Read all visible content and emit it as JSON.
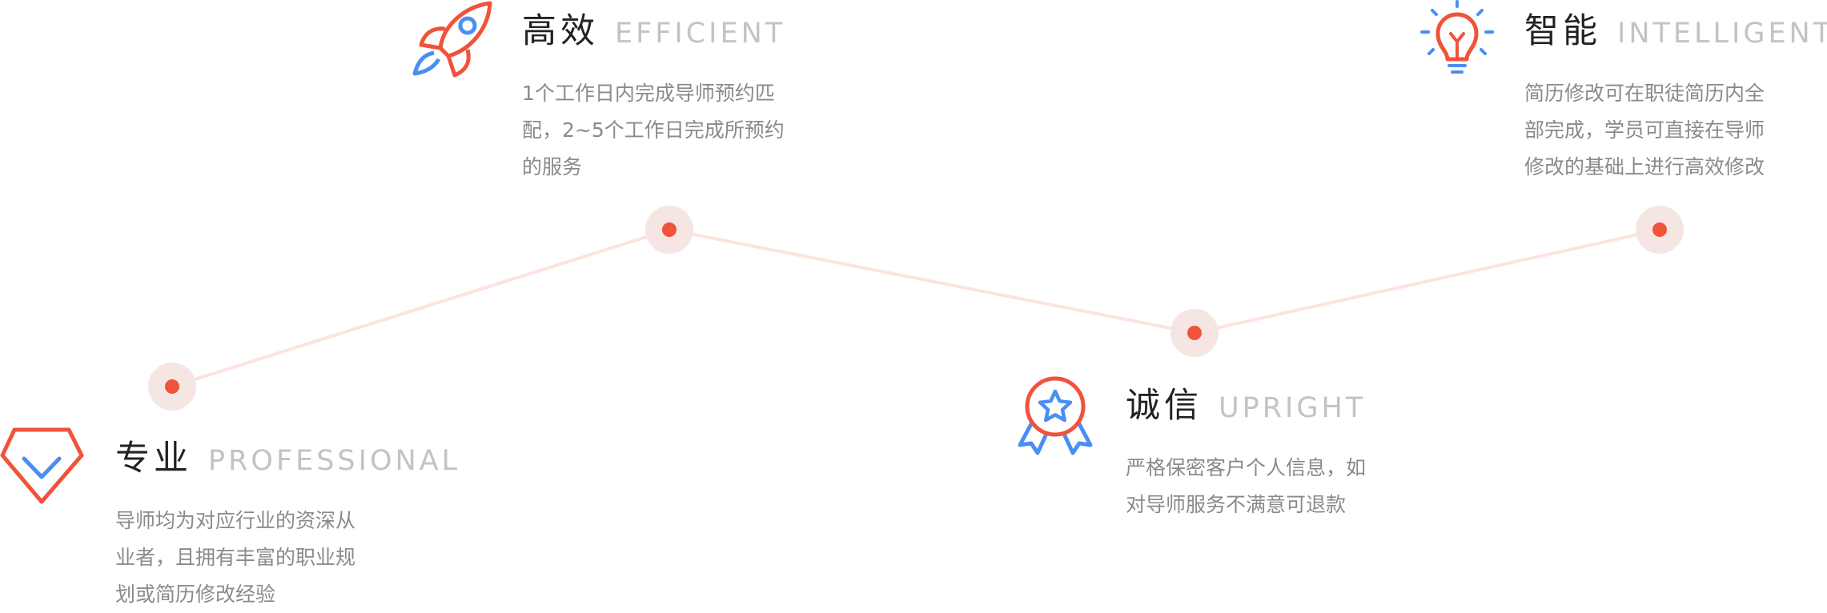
{
  "colors": {
    "accent_red": "#f0533a",
    "accent_blue": "#4a8ef2",
    "line": "#fde2dd",
    "node_halo": "#f5e6e3",
    "node_dot": "#f0533a",
    "title": "#222222",
    "subtitle": "#c3c3c3",
    "body_text": "#8a8a8a"
  },
  "features": [
    {
      "icon": "diamond-icon",
      "title_cn": "专业",
      "title_en": "PROFESSIONAL",
      "desc_lines": [
        "导师均为对应行业的资深从",
        "业者，且拥有丰富的职业规",
        "划或简历修改经验"
      ]
    },
    {
      "icon": "rocket-icon",
      "title_cn": "高效",
      "title_en": "EFFICIENT",
      "desc_lines": [
        "1个工作日内完成导师预约匹",
        "配，2~5个工作日完成所预约",
        "的服务"
      ]
    },
    {
      "icon": "award-medal-icon",
      "title_cn": "诚信",
      "title_en": "UPRIGHT",
      "desc_lines": [
        "严格保密客户个人信息，如",
        "对导师服务不满意可退款"
      ]
    },
    {
      "icon": "lightbulb-icon",
      "title_cn": "智能",
      "title_en": "INTELLIGENT",
      "desc_lines": [
        "简历修改可在职徒简历内全",
        "部完成，学员可直接在导师",
        "修改的基础上进行高效修改"
      ]
    }
  ]
}
